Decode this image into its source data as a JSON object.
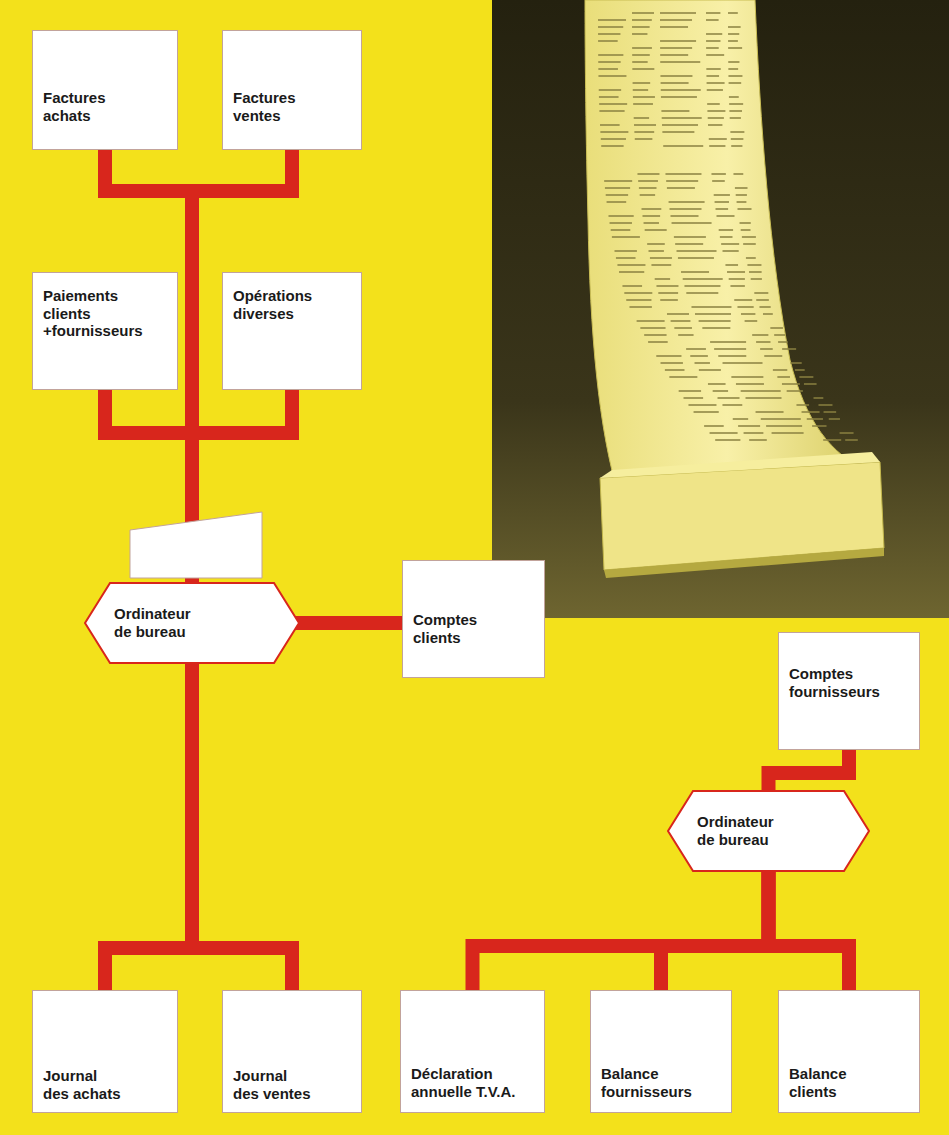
{
  "diagram": {
    "nodes": [
      {
        "text": [
          "Factures achats"
        ]
      },
      {
        "text": [
          "Factures ventes"
        ]
      },
      {
        "text": [
          "Paiements clients +fournisseurs"
        ]
      },
      {
        "text": [
          "Opérations diverses"
        ]
      },
      {
        "text": [
          "Ordinateur de bureau"
        ]
      },
      {
        "text": [
          "Comptes clients"
        ]
      },
      {
        "text": [
          "Comptes fournisseurs"
        ]
      },
      {
        "text": [
          "Ordinateur de bureau"
        ]
      },
      {
        "text": [
          "Journal des achats"
        ]
      },
      {
        "text": [
          "Journal des ventes"
        ]
      },
      {
        "text": [
          "Déclaration annuelle T.V.A."
        ]
      },
      {
        "text": [
          "Balance fournisseurs"
        ]
      },
      {
        "text": [
          "Balance clients"
        ]
      }
    ],
    "edges": [
      {
        "from": 0,
        "to": 4,
        "arrow": "none"
      },
      {
        "from": 1,
        "to": 4,
        "arrow": "none"
      },
      {
        "from": 2,
        "to": 4,
        "arrow": "none"
      },
      {
        "from": 3,
        "to": 4,
        "arrow": "none"
      },
      {
        "from": 4,
        "to": 5,
        "arrow": "none"
      },
      {
        "from": 4,
        "to": 8,
        "arrow": "none"
      },
      {
        "from": 4,
        "to": 9,
        "arrow": "none"
      },
      {
        "from": 6,
        "to": 7,
        "arrow": "none"
      },
      {
        "from": 7,
        "to": 10,
        "arrow": "none"
      },
      {
        "from": 7,
        "to": 11,
        "arrow": "none"
      },
      {
        "from": 7,
        "to": 12,
        "arrow": "none"
      }
    ]
  }
}
